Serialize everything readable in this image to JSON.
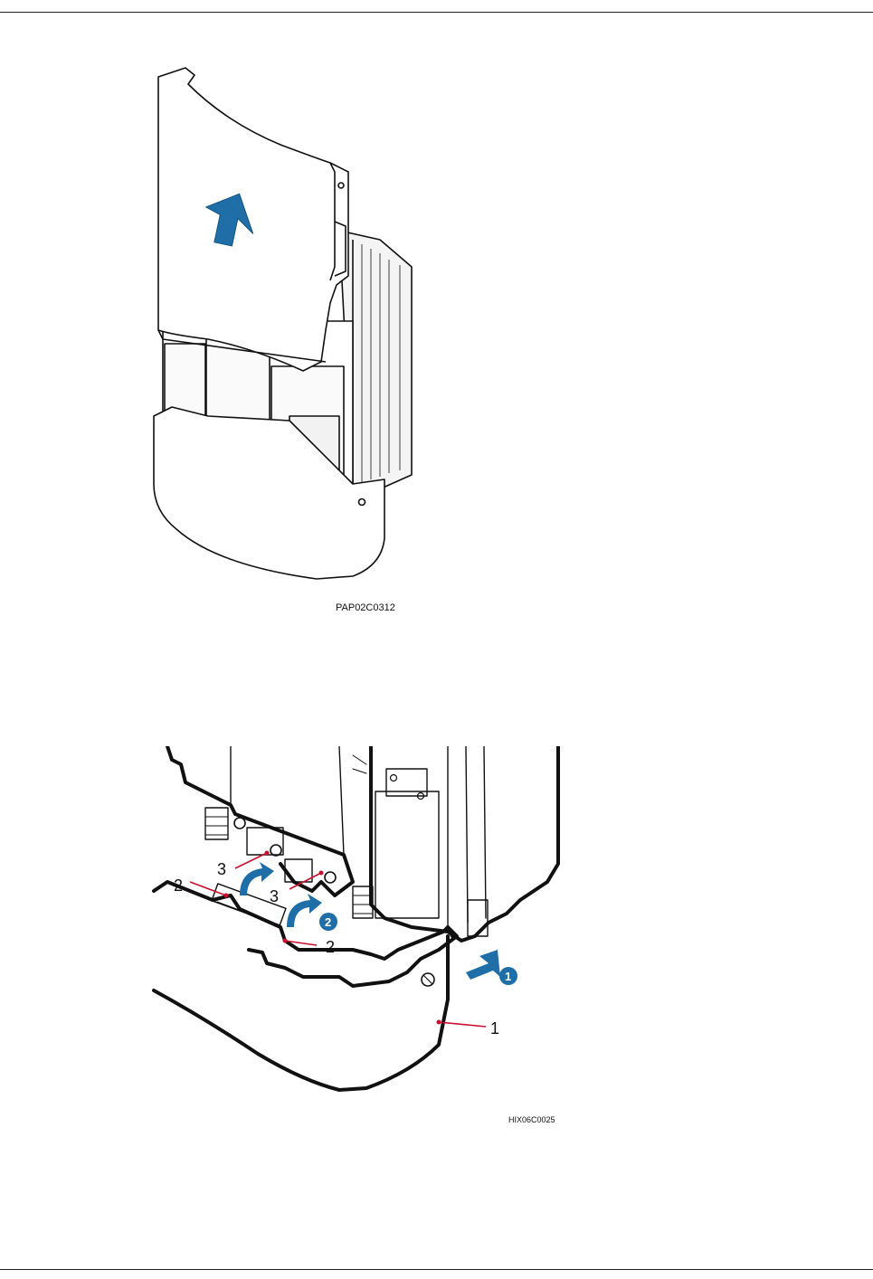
{
  "figure1": {
    "code": "PAP02C0312"
  },
  "figure2": {
    "code": "HIX06C0025",
    "callouts": [
      "1",
      "2",
      "2",
      "3",
      "3"
    ],
    "steps": [
      "1",
      "2"
    ]
  },
  "colors": {
    "arrow_blue": "#1f6ea8",
    "callout_red": "#c8102e",
    "outline": "#111111"
  }
}
